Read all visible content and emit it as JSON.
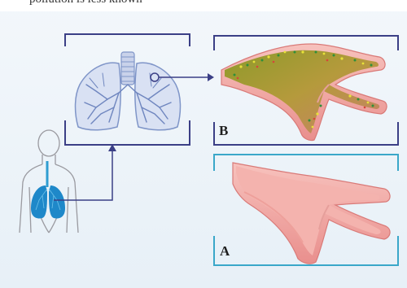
{
  "top_text": "pollution is less known",
  "labels": {
    "panel_b": "B",
    "panel_a": "A"
  },
  "icons": [
    "human-silhouette-icon",
    "lungs-icon",
    "airway-pointer-icon",
    "polluted-airway-icon",
    "healthy-airway-icon"
  ],
  "colors": {
    "frame_dark": "#3b3f86",
    "frame_light": "#3aa7c9",
    "lung_blue": "#7f95c8",
    "airway_pink": "#f2a3a0",
    "pollution_olive": "#9a9a2e"
  }
}
